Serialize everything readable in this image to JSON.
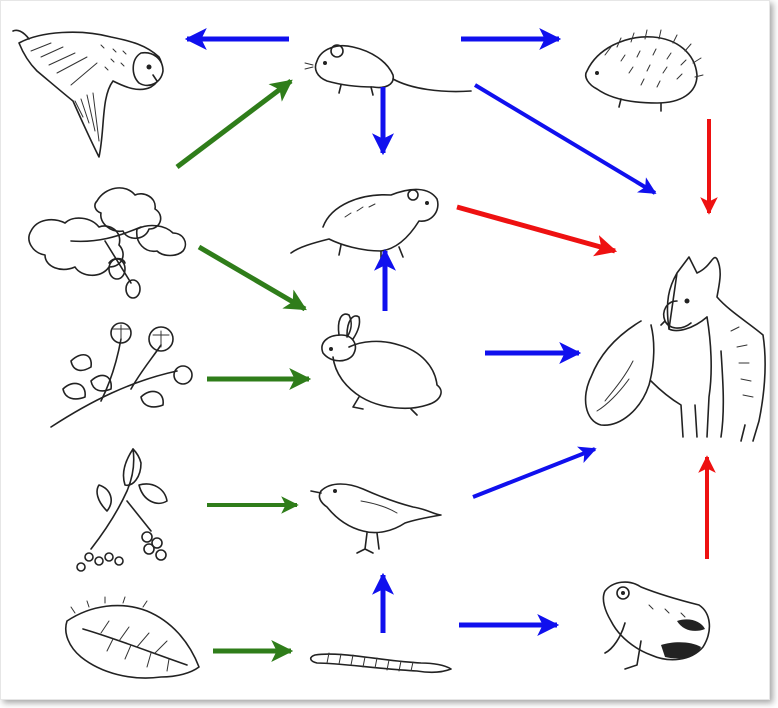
{
  "diagram": {
    "kind": "food-web",
    "colors": {
      "plant_to_animal": "#2f7d1a",
      "prey_to_predator": "#1010ee",
      "to_top_predator": "#ee1111",
      "background": "#ffffff"
    },
    "organisms": [
      {
        "id": "owl",
        "icon": "owl-icon"
      },
      {
        "id": "mouse",
        "icon": "mouse-icon"
      },
      {
        "id": "hedgehog",
        "icon": "hedgehog-icon"
      },
      {
        "id": "oak",
        "icon": "oak-leaves-icon"
      },
      {
        "id": "stoat",
        "icon": "stoat-icon"
      },
      {
        "id": "clover",
        "icon": "clover-icon"
      },
      {
        "id": "rabbit",
        "icon": "rabbit-icon"
      },
      {
        "id": "fox",
        "icon": "fox-icon"
      },
      {
        "id": "berries",
        "icon": "berry-plant-icon"
      },
      {
        "id": "bird",
        "icon": "bird-icon"
      },
      {
        "id": "leaf",
        "icon": "leaf-icon"
      },
      {
        "id": "worm",
        "icon": "worm-icon"
      },
      {
        "id": "frog",
        "icon": "frog-icon"
      }
    ],
    "arrows": [
      {
        "from": "mouse",
        "to": "owl",
        "color": "blue"
      },
      {
        "from": "mouse",
        "to": "hedgehog",
        "color": "blue"
      },
      {
        "from": "oak",
        "to": "mouse",
        "color": "green"
      },
      {
        "from": "mouse",
        "to": "stoat",
        "color": "blue"
      },
      {
        "from": "mouse",
        "to": "fox",
        "color": "blue"
      },
      {
        "from": "hedgehog",
        "to": "fox",
        "color": "red"
      },
      {
        "from": "stoat",
        "to": "fox",
        "color": "red"
      },
      {
        "from": "oak",
        "to": "rabbit",
        "color": "green"
      },
      {
        "from": "rabbit",
        "to": "stoat",
        "color": "blue"
      },
      {
        "from": "clover",
        "to": "rabbit",
        "color": "green"
      },
      {
        "from": "rabbit",
        "to": "fox",
        "color": "blue"
      },
      {
        "from": "berries",
        "to": "bird",
        "color": "green"
      },
      {
        "from": "bird",
        "to": "fox",
        "color": "blue"
      },
      {
        "from": "leaf",
        "to": "worm",
        "color": "green"
      },
      {
        "from": "worm",
        "to": "bird",
        "color": "blue"
      },
      {
        "from": "worm",
        "to": "frog",
        "color": "blue"
      },
      {
        "from": "frog",
        "to": "fox",
        "color": "red"
      }
    ]
  }
}
